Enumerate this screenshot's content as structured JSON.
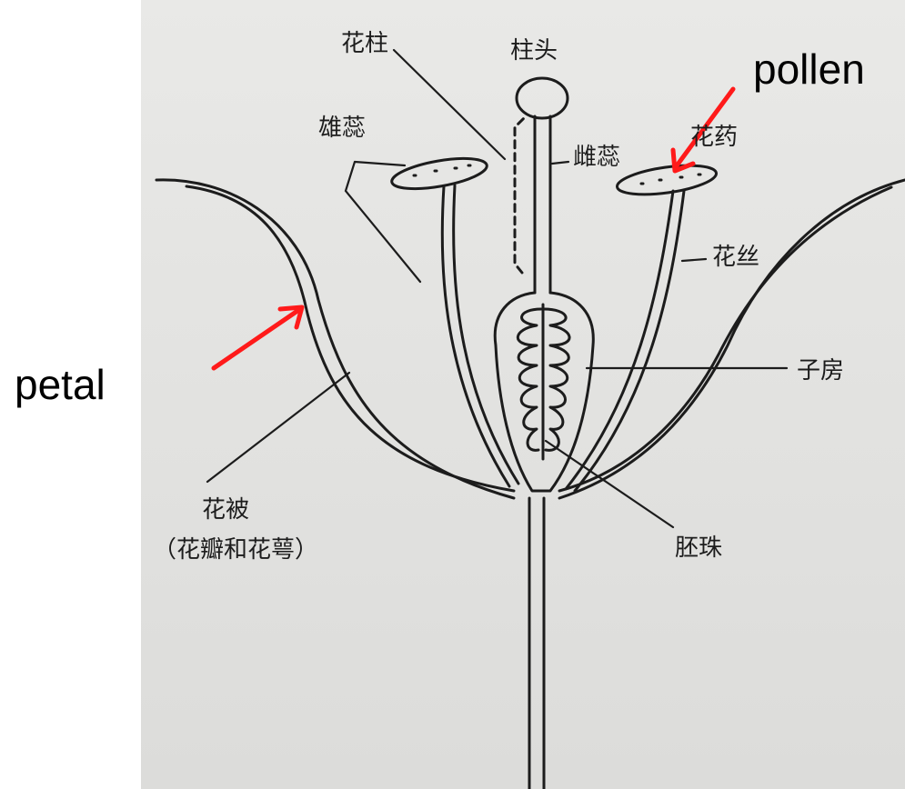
{
  "annotations": {
    "pollen": "pollen",
    "petal": "petal",
    "arrow_color": "#ff1a1a"
  },
  "labels": {
    "style": "花柱",
    "stigma": "柱头",
    "stamen": "雄蕊",
    "pistil": "雌蕊",
    "anther": "花药",
    "filament": "花丝",
    "ovary": "子房",
    "perianth": "花被",
    "perianth_note": "（花瓣和花萼）",
    "ovule": "胚珠"
  },
  "colors": {
    "paper": "#e6e6e4",
    "ink": "#1c1c1c",
    "background": "#ffffff"
  }
}
